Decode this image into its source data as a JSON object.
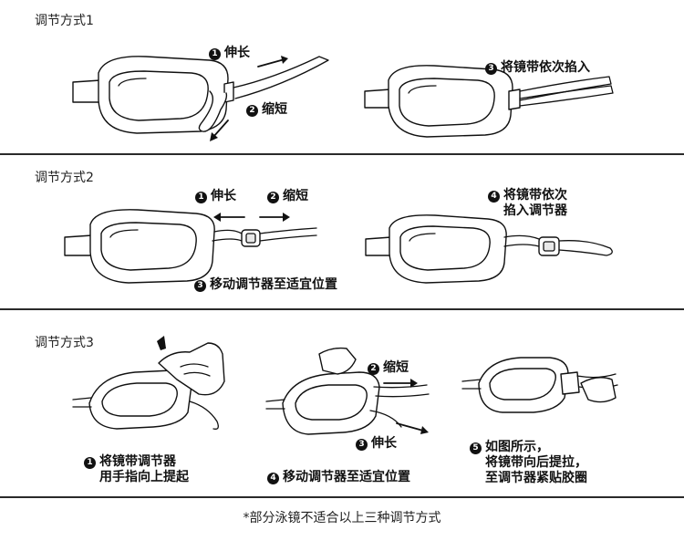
{
  "sections": [
    {
      "title": "调节方式1",
      "steps": [
        {
          "num": "1",
          "text": "伸长"
        },
        {
          "num": "2",
          "text": "缩短"
        },
        {
          "num": "3",
          "text": "将镜带依次掐入"
        }
      ]
    },
    {
      "title": "调节方式2",
      "steps": [
        {
          "num": "1",
          "text": "伸长"
        },
        {
          "num": "2",
          "text": "缩短"
        },
        {
          "num": "3",
          "text": "移动调节器至适宜位置"
        },
        {
          "num": "4",
          "line1": "将镜带依次",
          "line2": "掐入调节器"
        }
      ]
    },
    {
      "title": "调节方式3",
      "steps": [
        {
          "num": "1",
          "line1": "将镜带调节器",
          "line2": "用手指向上提起"
        },
        {
          "num": "2",
          "text": "缩短"
        },
        {
          "num": "3",
          "text": "伸长"
        },
        {
          "num": "4",
          "text": "移动调节器至适宜位置"
        },
        {
          "num": "5",
          "line1": "如图所示，",
          "line2": "将镜带向后提拉，",
          "line3": "至调节器紧贴胶圈"
        }
      ]
    }
  ],
  "footnote": "*部分泳镜不适合以上三种调节方式"
}
